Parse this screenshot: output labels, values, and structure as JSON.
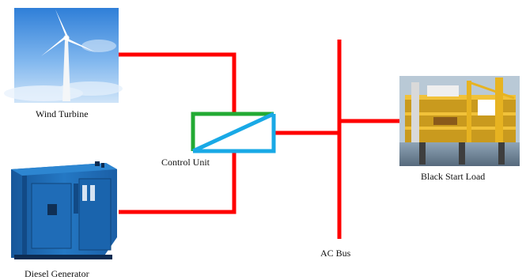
{
  "diagram": {
    "components": {
      "wind_turbine": {
        "label": "Wind Turbine",
        "icon": "wind-turbine-photo"
      },
      "diesel_generator": {
        "label": "Diesel Generator",
        "icon": "diesel-generator-photo"
      },
      "control_unit": {
        "label": "Control Unit",
        "icon": "converter-box-icon"
      },
      "ac_bus": {
        "label": "AC Bus"
      },
      "black_start_load": {
        "label": "Black Start Load",
        "icon": "offshore-platform-photo"
      }
    },
    "colors": {
      "line": "#ff0000",
      "control_left_top": "#22aa33",
      "control_right_bottom": "#19a9e6",
      "sky": "#3f8ee0",
      "generator_body": "#1e6fb6",
      "platform": "#e7b321"
    }
  }
}
